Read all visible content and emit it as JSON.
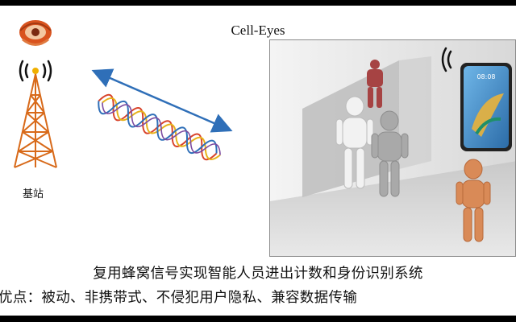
{
  "title": "Cell-Eyes",
  "base_station_label": "基站",
  "phone_clock": "08:08",
  "caption": {
    "line1": "复用蜂窝信号实现智能人员进出计数和身份识别系统",
    "line2": "优点：被动、非携带式、不侵犯用户隐私、兼容数据传输"
  }
}
